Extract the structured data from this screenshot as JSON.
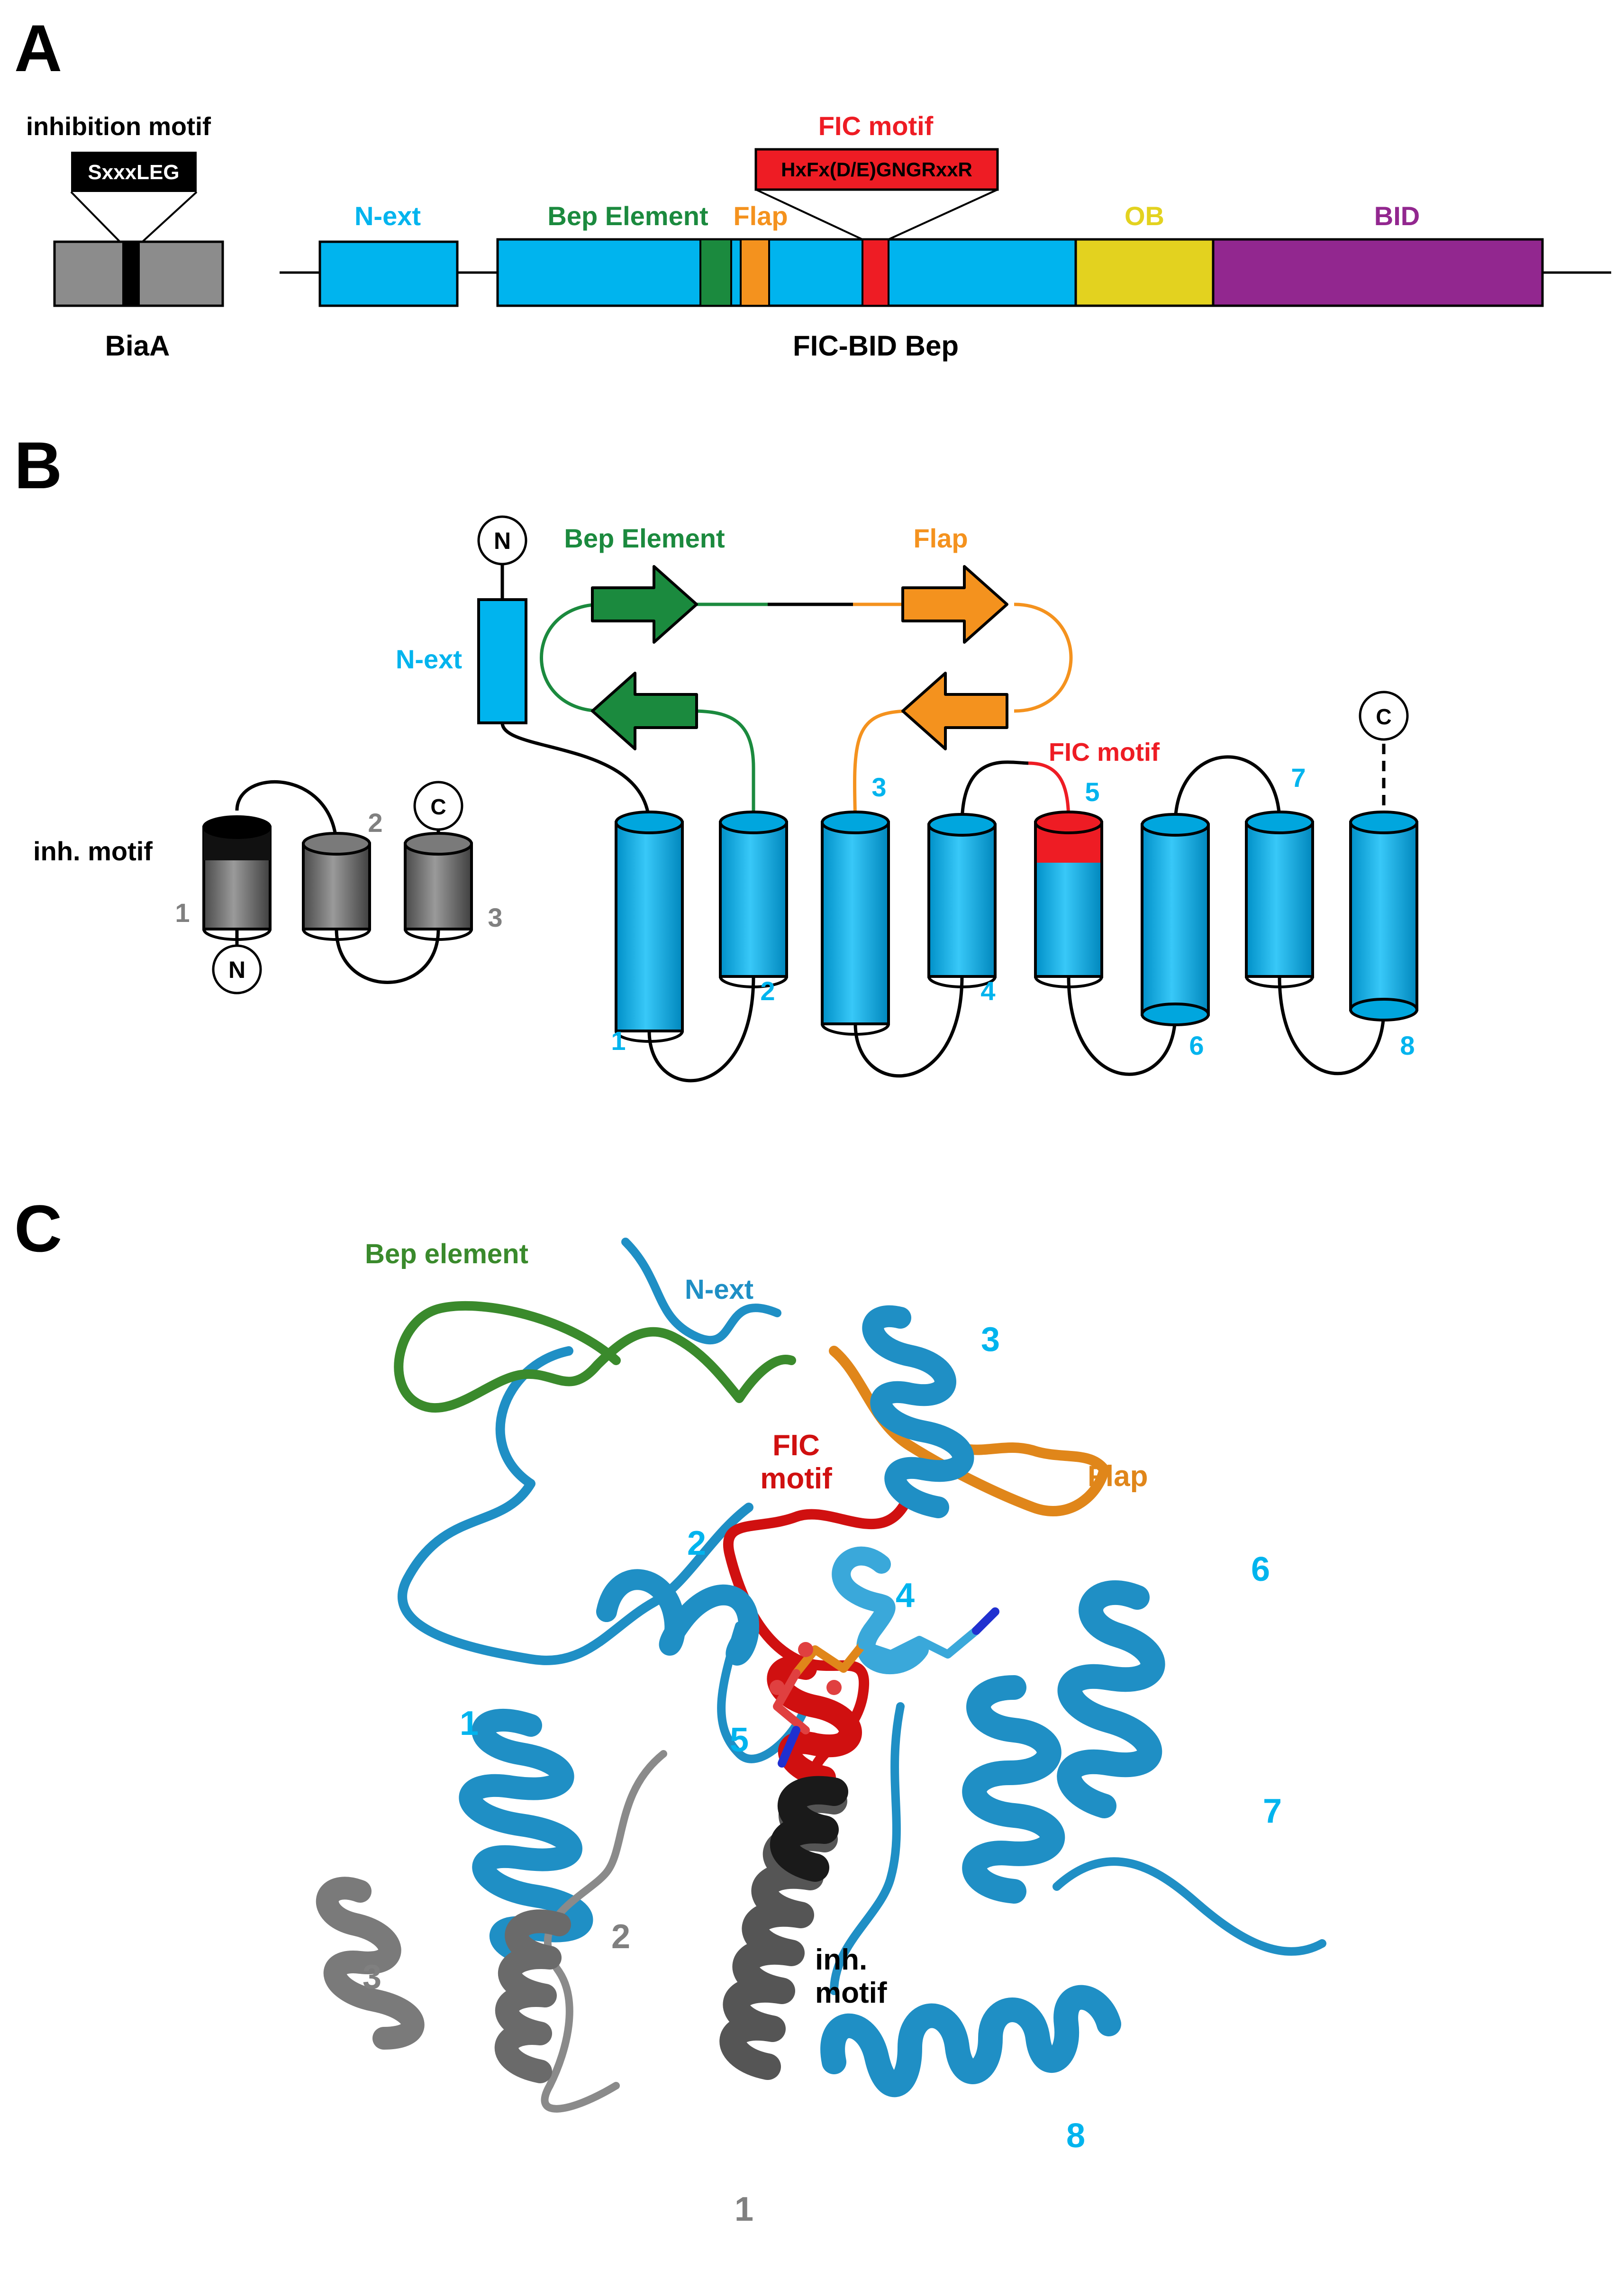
{
  "panels": {
    "a": {
      "letter": "A",
      "inhibition_title": "inhibition motif",
      "inhibition_seq": "SxxxLEG",
      "biaa_name": "BiaA",
      "fic_motif_title": "FIC motif",
      "fic_motif_seq": "HxFx(D/E)GNGRxxR",
      "domains": {
        "next": "N-ext",
        "bep_element": "Bep Element",
        "flap": "Flap",
        "ob": "OB",
        "bid": "BID"
      },
      "protein_name": "FIC-BID Bep"
    },
    "b": {
      "letter": "B",
      "inh_motif": "inh. motif",
      "biaa_helices": [
        "1",
        "2",
        "3"
      ],
      "n_term": "N",
      "c_term": "C",
      "next": "N-ext",
      "bep_element": "Bep Element",
      "flap": "Flap",
      "fic_motif": "FIC motif",
      "fic_helices": [
        "1",
        "2",
        "3",
        "4",
        "5",
        "6",
        "7",
        "8"
      ]
    },
    "c": {
      "letter": "C",
      "bep_element": "Bep element",
      "next": "N-ext",
      "fic_motif_line1": "FIC",
      "fic_motif_line2": "motif",
      "flap": "Flap",
      "inh_motif_line1": "inh.",
      "inh_motif_line2": "motif",
      "helix_labels": [
        "1",
        "2",
        "3",
        "4",
        "5",
        "6",
        "7",
        "8"
      ],
      "biaa_labels": [
        "1",
        "2",
        "3"
      ]
    }
  },
  "colors": {
    "cyan": "#00b4ee",
    "cyan_dark": "#1990c8",
    "green": "#1b8a3e",
    "orange": "#f4921e",
    "red": "#ee1c24",
    "yellow": "#e3d21f",
    "purple": "#92278f",
    "gray": "#808080",
    "black": "#000000",
    "pymol_cyan": "#2a9fd6",
    "pymol_green": "#3a8a2c",
    "pymol_orange": "#e0861a",
    "pymol_red": "#d01010"
  }
}
